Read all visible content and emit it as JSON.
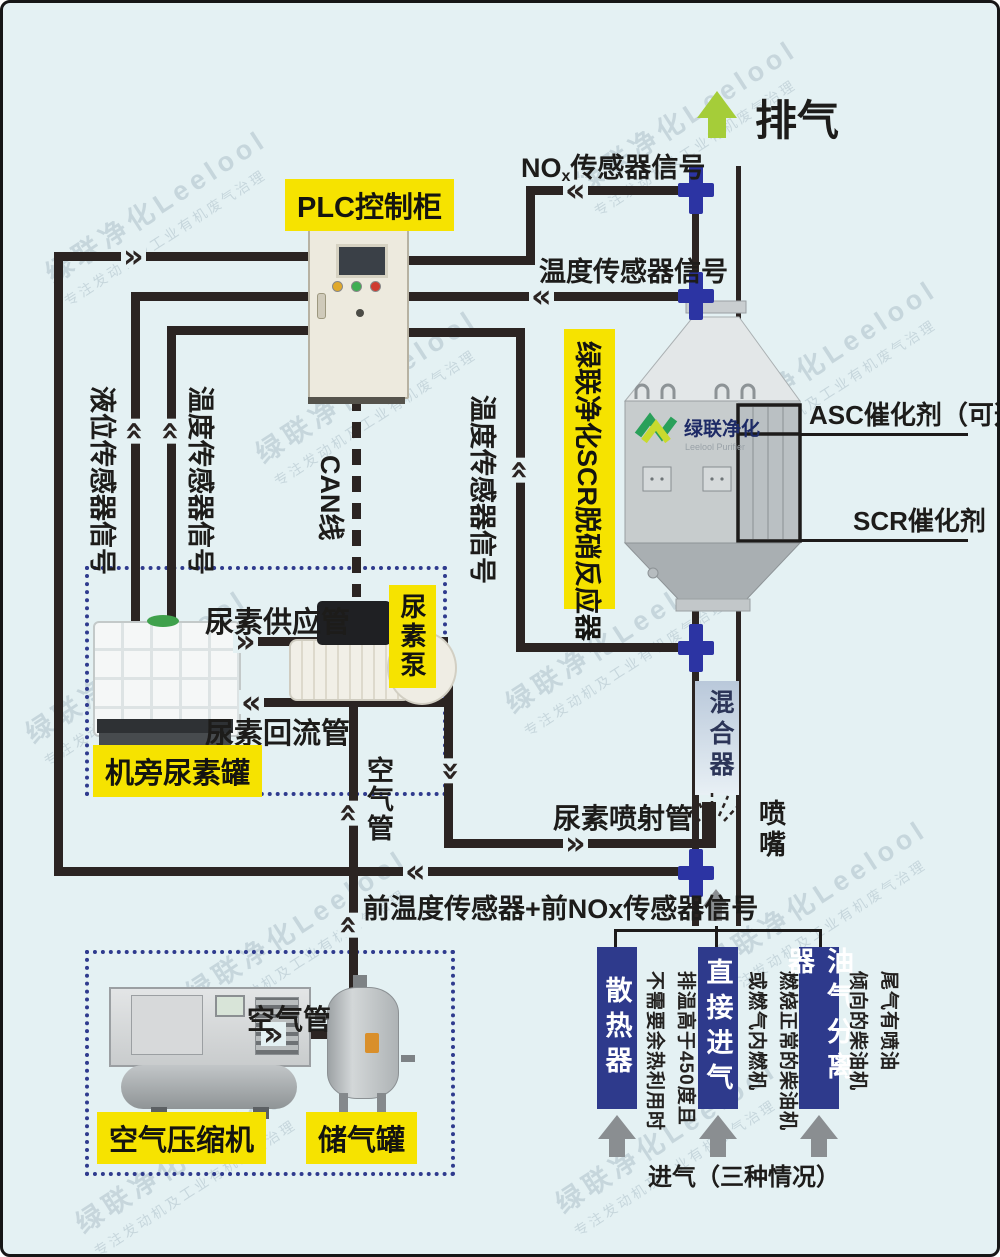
{
  "watermark": {
    "brand": "绿联净化Leelool",
    "slogan": "专注发动机及工业有机废气治理"
  },
  "top": {
    "exhaust": "排气",
    "nox_prefix": "NO",
    "nox_sub": "x",
    "nox_suffix": "传感器信号",
    "temp_signal": "温度传感器信号"
  },
  "plc": {
    "label": "PLC控制柜"
  },
  "left_signals": {
    "level": "液位传感器信号",
    "temp": "温度传感器信号",
    "can": "CAN线"
  },
  "mid_signal": {
    "temp": "温度传感器信号"
  },
  "reactor": {
    "vertical_label": "绿联净化SCR脱硝反应器",
    "asc_label": "ASC催化剂（可选）",
    "scr_label": "SCR催化剂",
    "logo_cn": "绿联净化",
    "logo_en": "Leelool Purifier"
  },
  "mixer": {
    "label": "混合器"
  },
  "nozzle": {
    "label": "喷嘴"
  },
  "urea": {
    "supply": "尿素供应管",
    "return": "尿素回流管",
    "pump": "尿素泵",
    "tank": "机旁尿素罐",
    "injection": "尿素喷射管"
  },
  "front_signal": {
    "label": "前温度传感器+前NOx传感器信号"
  },
  "air": {
    "pipe_vertical": "空气管",
    "pipe_bottom": "空气管",
    "compressor": "空气压缩机",
    "tank": "储气罐"
  },
  "intake": {
    "caption": "进气（三种情况）",
    "options": [
      {
        "label": "散热器",
        "notes": [
          "排温高于450度且",
          "不需要余热利用时"
        ]
      },
      {
        "label": "直接进气",
        "notes": [
          "燃烧正常的柴油机",
          "或燃气内燃机"
        ]
      },
      {
        "label": "油气分离器",
        "notes": [
          "尾气有喷油",
          "倾向的柴油机"
        ]
      }
    ]
  },
  "colors": {
    "background": "#e4f1f3",
    "line": "#2b2422",
    "accent_yellow": "#f6e300",
    "deep_blue": "#2e3a8c",
    "flange_blue": "#2c34a3",
    "exhaust_green": "#a5cd39",
    "intake_gray": "#8a8e91"
  }
}
